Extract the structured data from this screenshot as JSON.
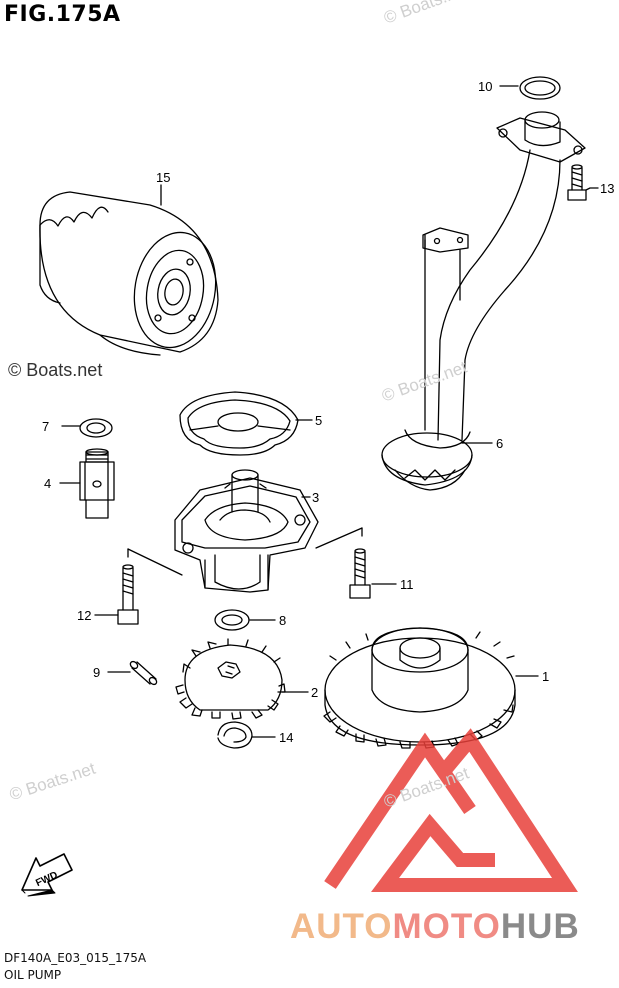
{
  "header": {
    "figure_title": "FIG.175A"
  },
  "footer": {
    "diagram_code": "DF140A_E03_015_175A",
    "diagram_name": "OIL PUMP"
  },
  "watermarks": {
    "main": "© Boats.net",
    "faint": "© Boats.net"
  },
  "logo": {
    "part1": "AUTO",
    "part2": "MOTO",
    "part3": "HUB",
    "colors": {
      "auto": "#f2b98a",
      "moto": "#f08b84",
      "hub": "#8a8a8a",
      "triangle": "#e8403a"
    }
  },
  "callouts": {
    "c1": "1",
    "c2": "2",
    "c3": "3",
    "c4": "4",
    "c5": "5",
    "c6": "6",
    "c7": "7",
    "c8": "8",
    "c9": "9",
    "c10": "10",
    "c11": "11",
    "c12": "12",
    "c13": "13",
    "c14": "14",
    "c15": "15"
  },
  "fwd_label": "FWD"
}
